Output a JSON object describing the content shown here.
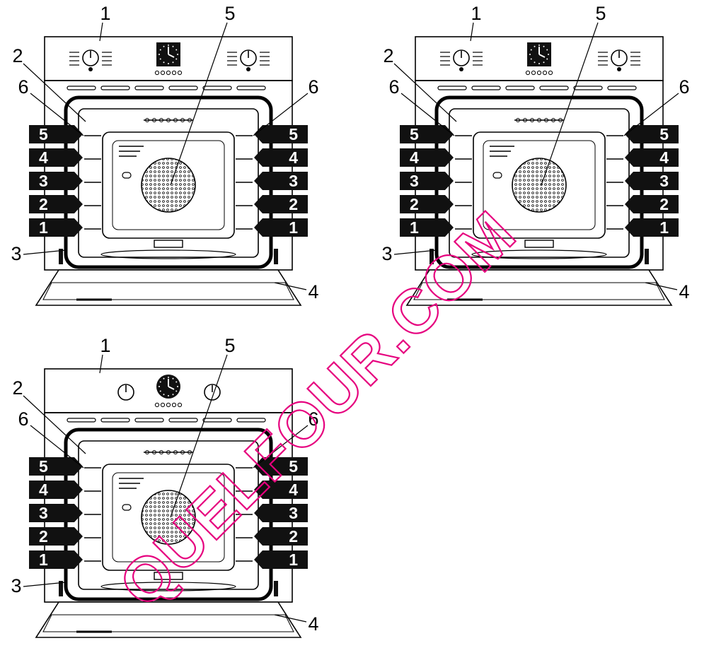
{
  "diagram": {
    "callouts": [
      "1",
      "2",
      "3",
      "4",
      "5",
      "6"
    ],
    "shelf_levels": [
      "5",
      "4",
      "3",
      "2",
      "1"
    ]
  },
  "watermark": {
    "text": "QUELFOUR.COM",
    "color": "#e6007e"
  }
}
